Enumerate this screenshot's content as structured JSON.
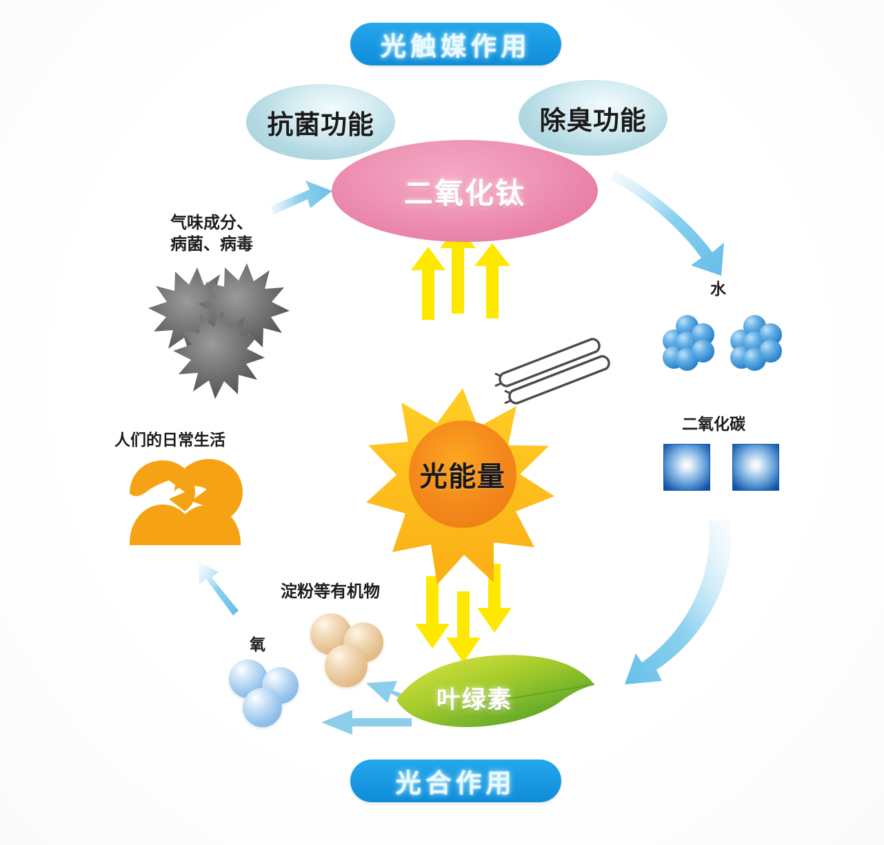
{
  "diagram": {
    "title_top": "光触媒作用",
    "title_bottom": "光合作用"
  },
  "nodes": {
    "antibacterial": "抗菌功能",
    "deodorizing": "除臭功能",
    "titanium_dioxide": "二氧化钛",
    "light_energy": "光能量",
    "chlorophyll": "叶绿素"
  },
  "labels": {
    "odor_germs_virus": "气味成分、\n病菌、病毒",
    "water": "水",
    "carbon_dioxide": "二氧化碳",
    "daily_life": "人们的日常生活",
    "starch_organics": "淀粉等有机物",
    "oxygen": "氧"
  },
  "icons": {
    "germ_star": "germ-star-icon",
    "water_molecule": "water-molecule-icon",
    "co2_molecule": "co2-molecule-icon",
    "oxygen_molecule": "oxygen-molecule-icon",
    "starch_molecule": "starch-molecule-icon",
    "people": "people-icon",
    "fluorescent_lamp": "fluorescent-lamp-icon",
    "sun": "sun-icon",
    "leaf": "leaf-icon"
  },
  "arrows": {
    "up_yellow_count": 3,
    "down_yellow_count": 3,
    "blue_into_tio2": "arrow-germs-to-tio2",
    "blue_tio2_to_water": "arrow-tio2-to-water",
    "blue_co2_to_leaf": "arrow-co2-to-leaf",
    "blue_leaf_to_starch": "arrow-leaf-to-starch",
    "blue_leaf_to_oxygen": "arrow-leaf-to-oxygen",
    "blue_to_people": "arrow-oxygen-to-people"
  },
  "colors": {
    "pill_blue": "#1b9ae4",
    "tio2_pink": "#ea86ac",
    "teal": "#b4dae3",
    "yellow_arrow": "#ffe81a",
    "blue_arrow": "#7ec8ea",
    "leaf_green": "#7cb82f",
    "sun_orange": "#f5881f",
    "sun_ray": "#ffc020",
    "people_orange": "#f5a314",
    "germ_gray": "#6b6b6b"
  }
}
